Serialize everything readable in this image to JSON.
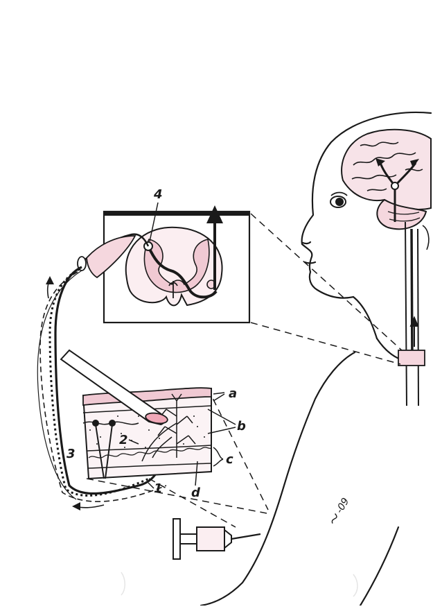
{
  "labels": {
    "one": "1",
    "two": "2",
    "three": "3",
    "four": "4",
    "a": "a",
    "b": "b",
    "c": "c",
    "d": "d"
  },
  "signature": "-09",
  "colors": {
    "ink": "#1a1a1a",
    "pink_outline": "#e7a9b6",
    "pink_fill": "#f5d7de",
    "paper": "#ffffff"
  }
}
